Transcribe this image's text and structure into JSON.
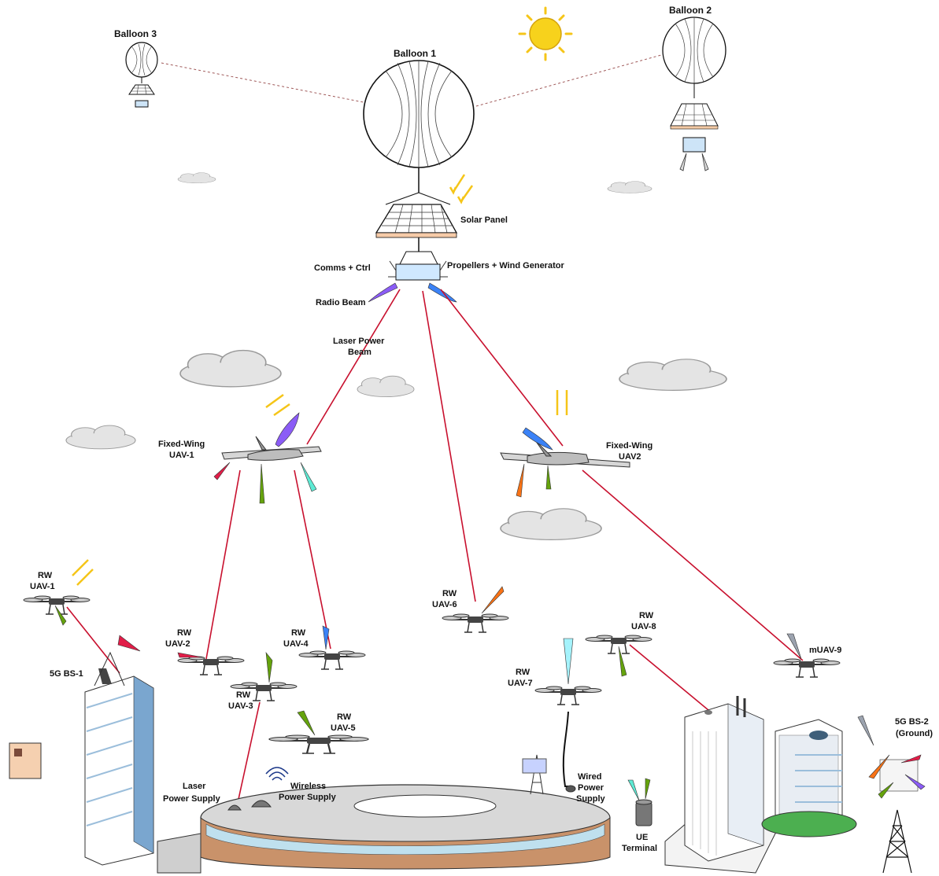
{
  "labels": {
    "balloon1": "Balloon 1",
    "balloon2": "Balloon 2",
    "balloon3": "Balloon 3",
    "solar_panel": "Solar Panel",
    "comms_ctrl": "Comms + Ctrl",
    "propellers": "Propellers + Wind Generator",
    "radio_beam": "Radio Beam",
    "laser_beam_1": "Laser Power",
    "laser_beam_2": "Beam",
    "fw1_a": "Fixed-Wing",
    "fw1_b": "UAV-1",
    "fw2_a": "Fixed-Wing",
    "fw2_b": "UAV2",
    "rw1_a": "RW",
    "rw1_b": "UAV-1",
    "rw2_a": "RW",
    "rw2_b": "UAV-2",
    "rw3_a": "RW",
    "rw3_b": "UAV-3",
    "rw4_a": "RW",
    "rw4_b": "UAV-4",
    "rw5_a": "RW",
    "rw5_b": "UAV-5",
    "rw6_a": "RW",
    "rw6_b": "UAV-6",
    "rw7_a": "RW",
    "rw7_b": "UAV-7",
    "rw8_a": "RW",
    "rw8_b": "UAV-8",
    "muav9": "mUAV-9",
    "bs1": "5G BS-1",
    "bs2_a": "5G BS-2",
    "bs2_b": "(Ground)",
    "laser_ps_a": "Laser",
    "laser_ps_b": "Power Supply",
    "wireless_ps_a": "Wireless",
    "wireless_ps_b": "Power Supply",
    "wired_ps_a": "Wired",
    "wired_ps_b": "Power",
    "wired_ps_c": "Supply",
    "ue_a": "UE",
    "ue_b": "Terminal"
  },
  "colors": {
    "laser": "#c8102e",
    "sun": "#f7d21c",
    "sun_rays": "#f5c518",
    "cloud": "#e4e4e4",
    "building_blue": "#9bbedb",
    "stadium_roof": "#d8d8d8",
    "stadium_band": "#c9926a",
    "beam_purple": "#8b5cf6",
    "beam_blue": "#3b82f6",
    "beam_red": "#e11d48",
    "beam_green": "#65a30d",
    "beam_cyan": "#5eead4",
    "beam_orange": "#f97316"
  },
  "icons": [
    "sun-icon",
    "balloon-icon",
    "solar-panel-icon",
    "fixed-wing-uav-icon",
    "rotary-wing-uav-icon",
    "cell-tower-icon",
    "stadium-icon",
    "building-icon",
    "ue-terminal-icon",
    "wireless-signal-icon",
    "cloud-icon"
  ]
}
